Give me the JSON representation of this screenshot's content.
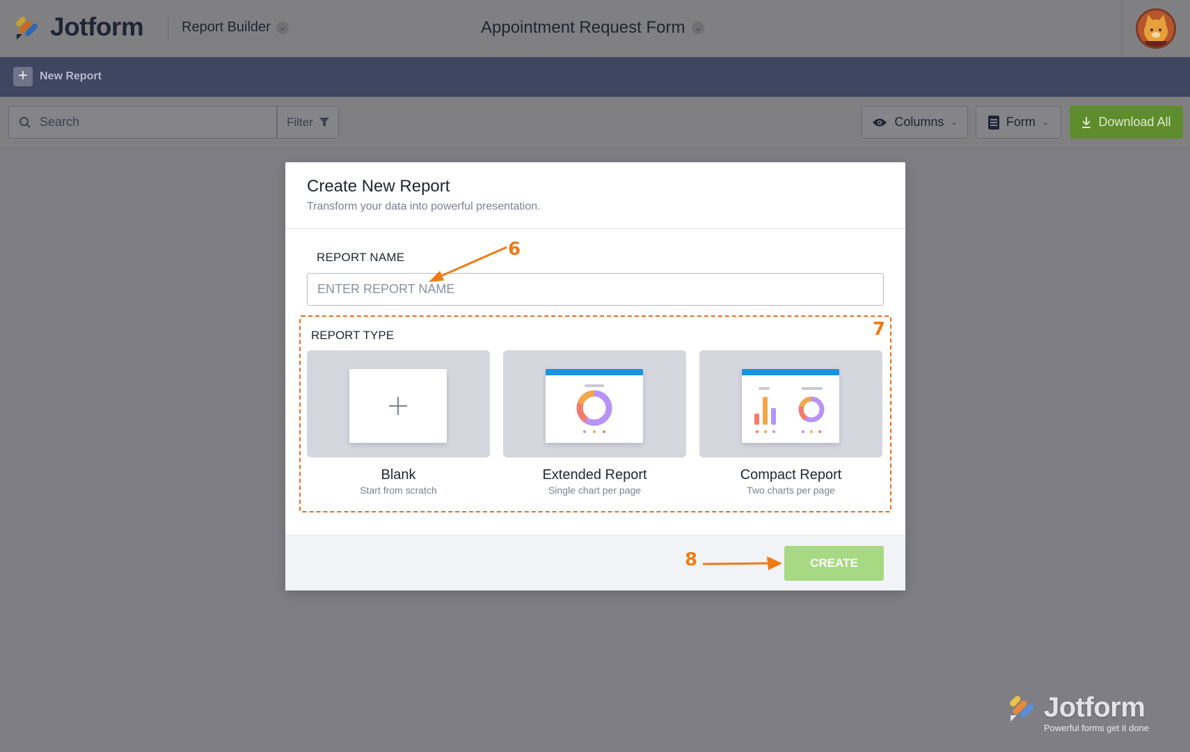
{
  "header": {
    "brand": "Jotform",
    "section": "Report Builder",
    "form_title": "Appointment Request Form"
  },
  "newbar": {
    "new_report_label": "New Report"
  },
  "toolbar": {
    "search_placeholder": "Search",
    "filter_label": "Filter",
    "columns_label": "Columns",
    "form_label": "Form",
    "download_label": "Download All"
  },
  "modal": {
    "title": "Create New Report",
    "subtitle": "Transform your data into powerful presentation.",
    "report_name_label": "REPORT NAME",
    "report_name_placeholder": "ENTER REPORT NAME",
    "report_type_label": "REPORT TYPE",
    "types": [
      {
        "title": "Blank",
        "desc": "Start from scratch"
      },
      {
        "title": "Extended Report",
        "desc": "Single chart per page"
      },
      {
        "title": "Compact Report",
        "desc": "Two charts per page"
      }
    ],
    "create_label": "CREATE"
  },
  "annotations": {
    "step_name": "6",
    "step_type": "7",
    "step_create": "8"
  },
  "watermark": {
    "name": "Jotform",
    "tagline": "Powerful forms get it done"
  },
  "colors": {
    "accent_orange": "#ec6a1a",
    "create_green": "#a7d982",
    "download_green": "#5f8c2c",
    "thumb_blue": "#1793e0",
    "navbar": "#3e4660"
  }
}
